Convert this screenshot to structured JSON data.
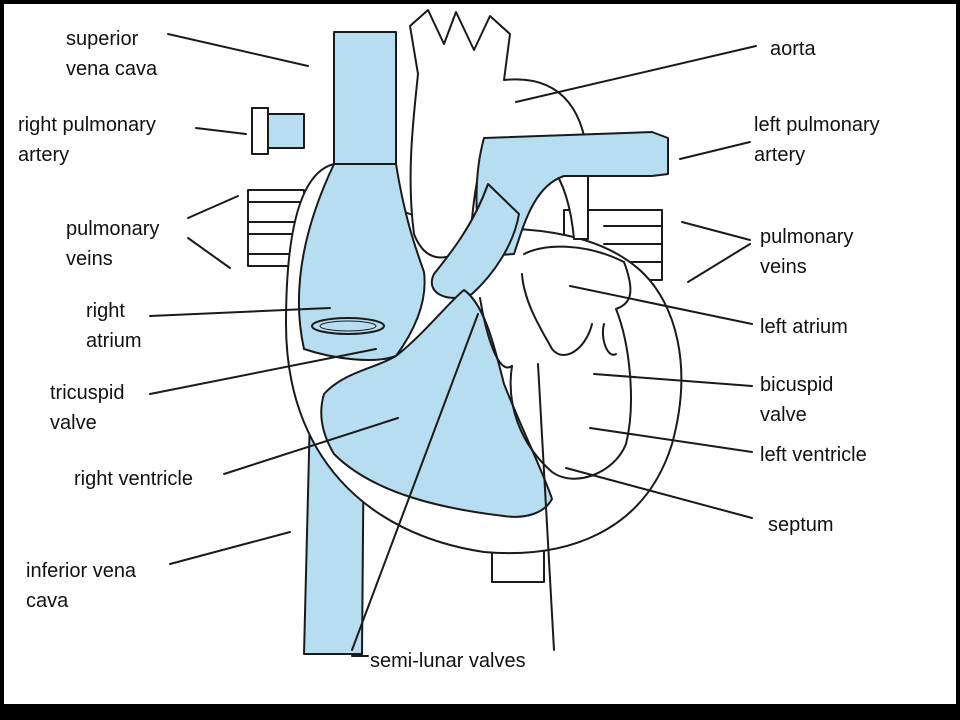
{
  "diagram": {
    "colors": {
      "blood": "#b7def0",
      "outline": "#1a1a1a",
      "background": "#ffffff",
      "frame": "#000000"
    },
    "labels": {
      "superior_vena_cava": [
        "superior",
        "vena cava"
      ],
      "aorta": [
        "aorta"
      ],
      "right_pulmonary_artery": [
        "right pulmonary",
        "artery"
      ],
      "left_pulmonary_artery": [
        "left pulmonary",
        "artery"
      ],
      "pulmonary_veins_right": [
        "pulmonary",
        "veins"
      ],
      "pulmonary_veins_left": [
        "pulmonary",
        "veins"
      ],
      "right_atrium": [
        "right",
        "atrium"
      ],
      "left_atrium": [
        "left atrium"
      ],
      "tricuspid_valve": [
        "tricuspid",
        "valve"
      ],
      "bicuspid_valve": [
        "bicuspid",
        "valve"
      ],
      "right_ventricle": [
        "right ventricle"
      ],
      "left_ventricle": [
        "left ventricle"
      ],
      "septum": [
        "septum"
      ],
      "inferior_vena_cava": [
        "inferior vena",
        "cava"
      ],
      "semi_lunar_valves": [
        "semi-lunar valves"
      ]
    }
  }
}
